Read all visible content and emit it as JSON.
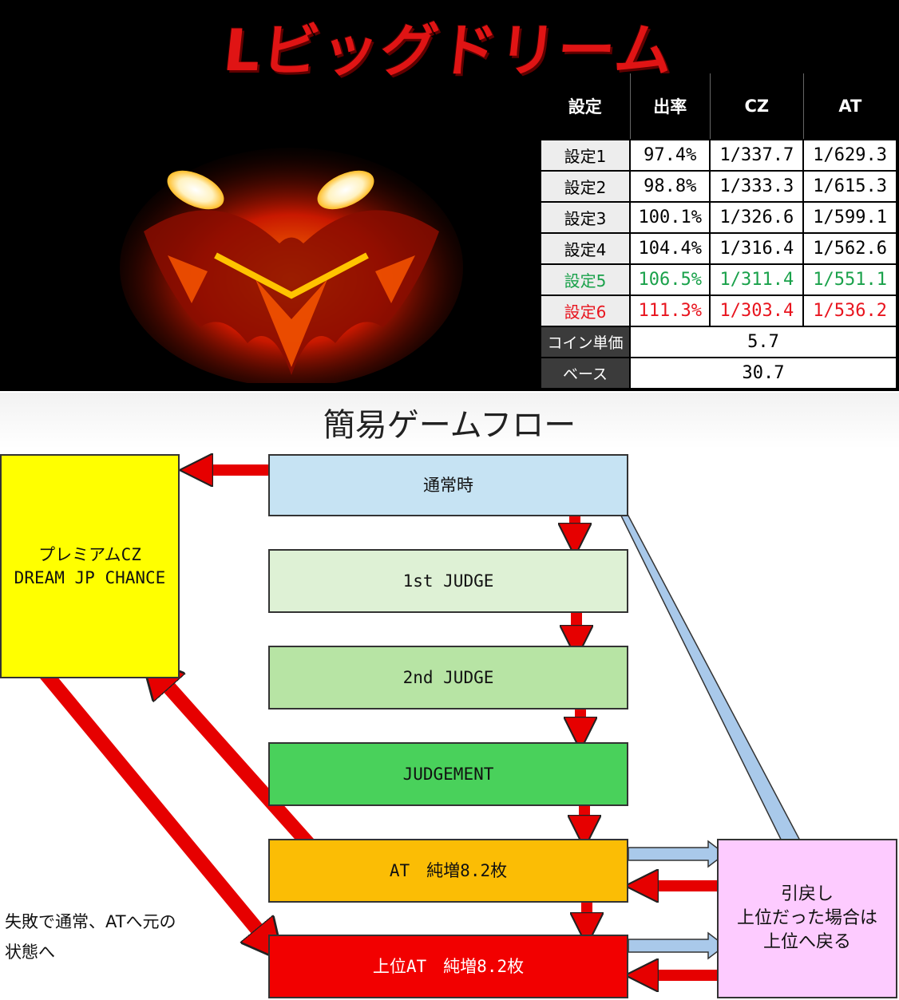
{
  "title": "Lビッグドリーム",
  "spec_table": {
    "headers": [
      "設定",
      "出率",
      "CZ",
      "AT"
    ],
    "rows": [
      {
        "setting": "設定1",
        "payout": "97.4%",
        "cz": "1/337.7",
        "at": "1/629.3"
      },
      {
        "setting": "設定2",
        "payout": "98.8%",
        "cz": "1/333.3",
        "at": "1/615.3"
      },
      {
        "setting": "設定3",
        "payout": "100.1%",
        "cz": "1/326.6",
        "at": "1/599.1"
      },
      {
        "setting": "設定4",
        "payout": "104.4%",
        "cz": "1/316.4",
        "at": "1/562.6"
      },
      {
        "setting": "設定5",
        "payout": "106.5%",
        "cz": "1/311.4",
        "at": "1/551.1"
      },
      {
        "setting": "設定6",
        "payout": "111.3%",
        "cz": "1/303.4",
        "at": "1/536.2"
      }
    ],
    "coin_unit_label": "コイン単価",
    "coin_unit_value": "5.7",
    "base_label": "ベース",
    "base_value": "30.7",
    "colors": {
      "setting5": "#19a14a",
      "setting6": "#e8141e"
    }
  },
  "flow": {
    "title": "簡易ゲームフロー",
    "normal": "通常時",
    "first_judge": "1st JUDGE",
    "second_judge": "2nd JUDGE",
    "judgement": "JUDGEMENT",
    "at": "AT　純増8.2枚",
    "upper_at": "上位AT　純増8.2枚",
    "premium_line1": "プレミアムCZ",
    "premium_line2": "DREAM JP CHANCE",
    "return_line1": "引戻し",
    "return_line2": "上位だった場合は",
    "return_line3": "上位へ戻る",
    "note_line1": "失敗で通常、ATへ元の",
    "note_line2": "状態へ",
    "colors": {
      "normal": "#c6e3f3",
      "first_judge": "#def1d5",
      "second_judge": "#b7e4a4",
      "judgement": "#49d15b",
      "at": "#fbbd05",
      "upper_at": "#f20000",
      "premium": "#ffff00",
      "return": "#fdcbff",
      "arrow_red": "#e60000",
      "arrow_blue": "#a9c9ea"
    }
  }
}
